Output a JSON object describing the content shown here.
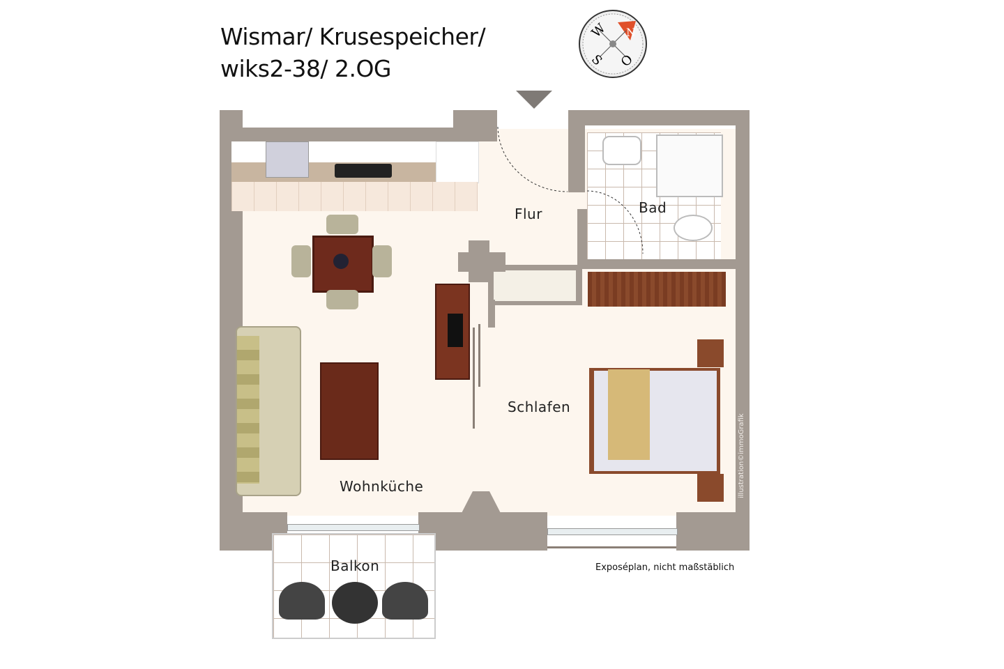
{
  "title": {
    "line1": "Wismar/ Krusespeicher/",
    "line2": "wiks2-38/ 2.OG"
  },
  "compass": {
    "letters": {
      "north": "N",
      "west": "W",
      "south": "S",
      "east": "O"
    },
    "accent": "#e0502a"
  },
  "rooms": {
    "flur": "Flur",
    "bad": "Bad",
    "schlafen": "Schlafen",
    "wohnkueche": "Wohnküche",
    "balkon": "Balkon"
  },
  "credit": "illustration©immoGrafik",
  "note": "Exposéplan, nicht maßstäblich",
  "colors": {
    "wall": "#a39a92",
    "floor": "#fdf6ee"
  }
}
